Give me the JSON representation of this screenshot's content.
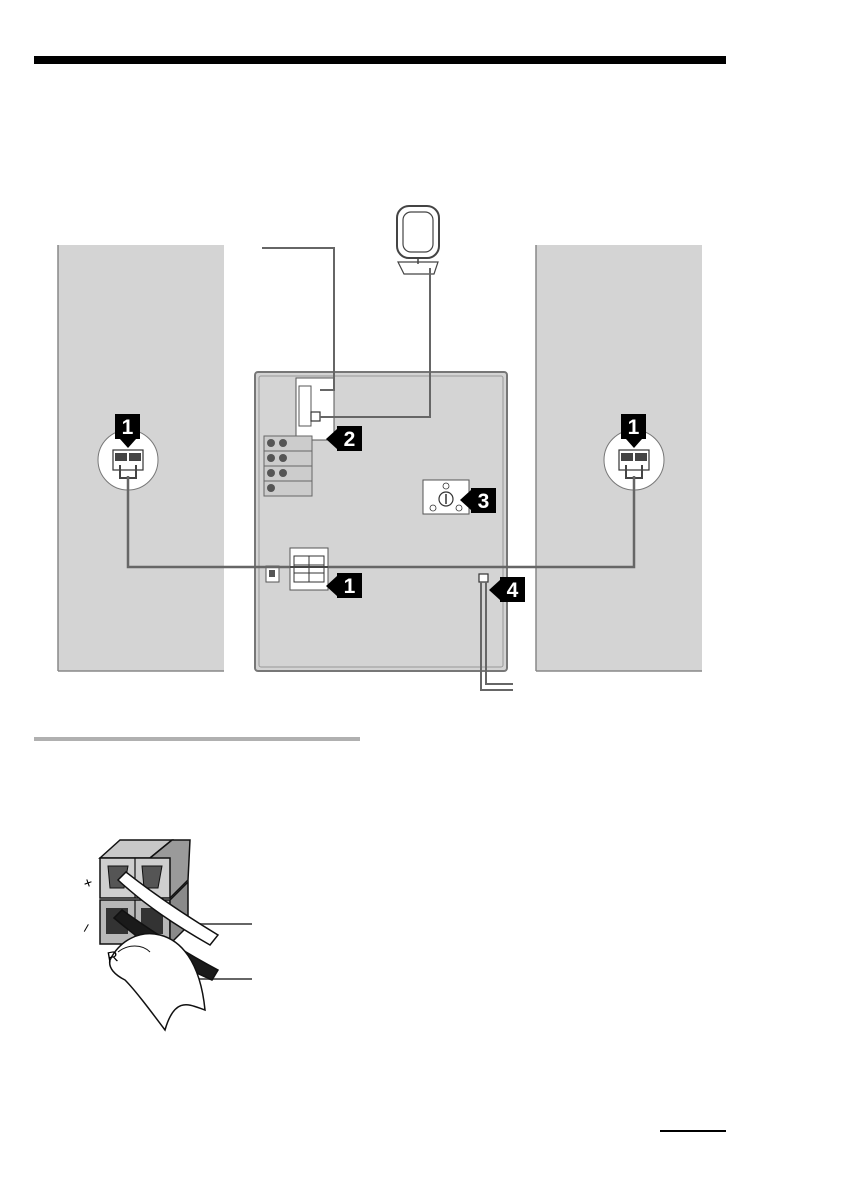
{
  "callouts": {
    "left_speaker": "1",
    "antenna_terminal": "2",
    "voltage_selector": "3",
    "power_cord": "4",
    "speaker_jacks": "1",
    "right_speaker": "1"
  },
  "inset": {
    "plus_label": "+",
    "minus_label": "–",
    "channel_label": "R"
  },
  "colors": {
    "panel_gray": "#d4d4d4",
    "header_rule": "#000000",
    "section_rule": "#b0b0b0",
    "callout_bg": "#000000"
  }
}
